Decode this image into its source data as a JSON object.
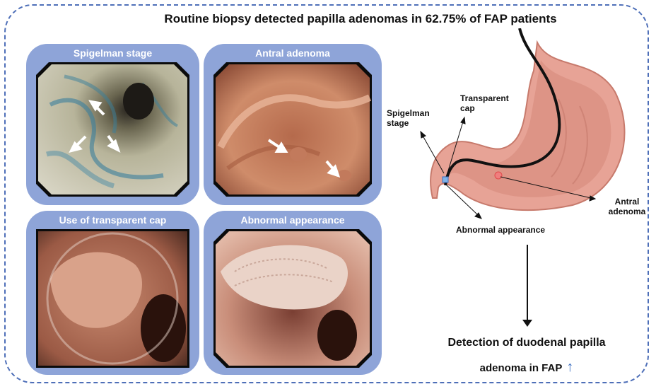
{
  "title": "Routine biopsy detected papilla adenomas in 62.75% of FAP patients",
  "panels": [
    {
      "label": "Spigelman stage"
    },
    {
      "label": "Antral adenoma"
    },
    {
      "label": "Use of transparent cap"
    },
    {
      "label": "Abnormal appearance"
    }
  ],
  "diagram": {
    "spigelman": "Spigelman stage",
    "transparent_cap": "Transparent cap",
    "antral_adenoma": "Antral adenoma",
    "abnormal": "Abnormal appearance"
  },
  "result": {
    "line1": "Detection of duodenal papilla",
    "line2": "adenoma in FAP",
    "arrow": "↑"
  },
  "colors": {
    "frame": "#4e6fb8",
    "panel": "#8ea4d8",
    "stomach": "#e7a396",
    "arrow_up": "#3d6fc2"
  }
}
